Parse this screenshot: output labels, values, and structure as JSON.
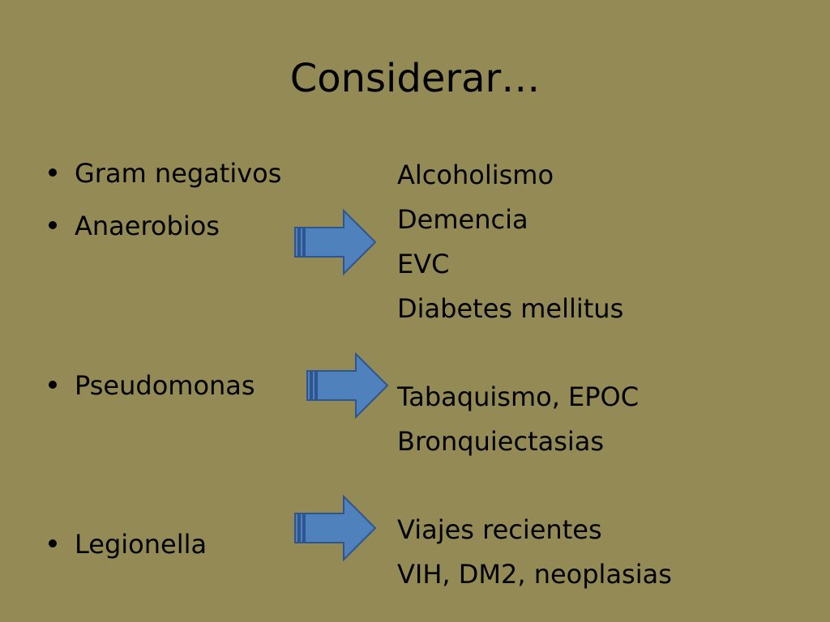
{
  "slide": {
    "title": "Considerar…",
    "bullets": [
      "Gram negativos",
      "Anaerobios",
      "Pseudomonas",
      "Legionella"
    ],
    "groups": [
      [
        "Alcoholismo",
        "Demencia",
        "EVC",
        "Diabetes mellitus"
      ],
      [
        "Tabaquismo, EPOC",
        "Bronquiectasias"
      ],
      [
        "Viajes recientes",
        "VIH, DM2, neoplasias"
      ]
    ],
    "colors": {
      "background": "#938a55",
      "arrow_fill": "#4f81bd",
      "arrow_stroke": "#2f5590",
      "text": "#000000"
    },
    "icons": {
      "arrow": "right-arrow-icon",
      "bullet": "bullet-dot-icon"
    }
  }
}
